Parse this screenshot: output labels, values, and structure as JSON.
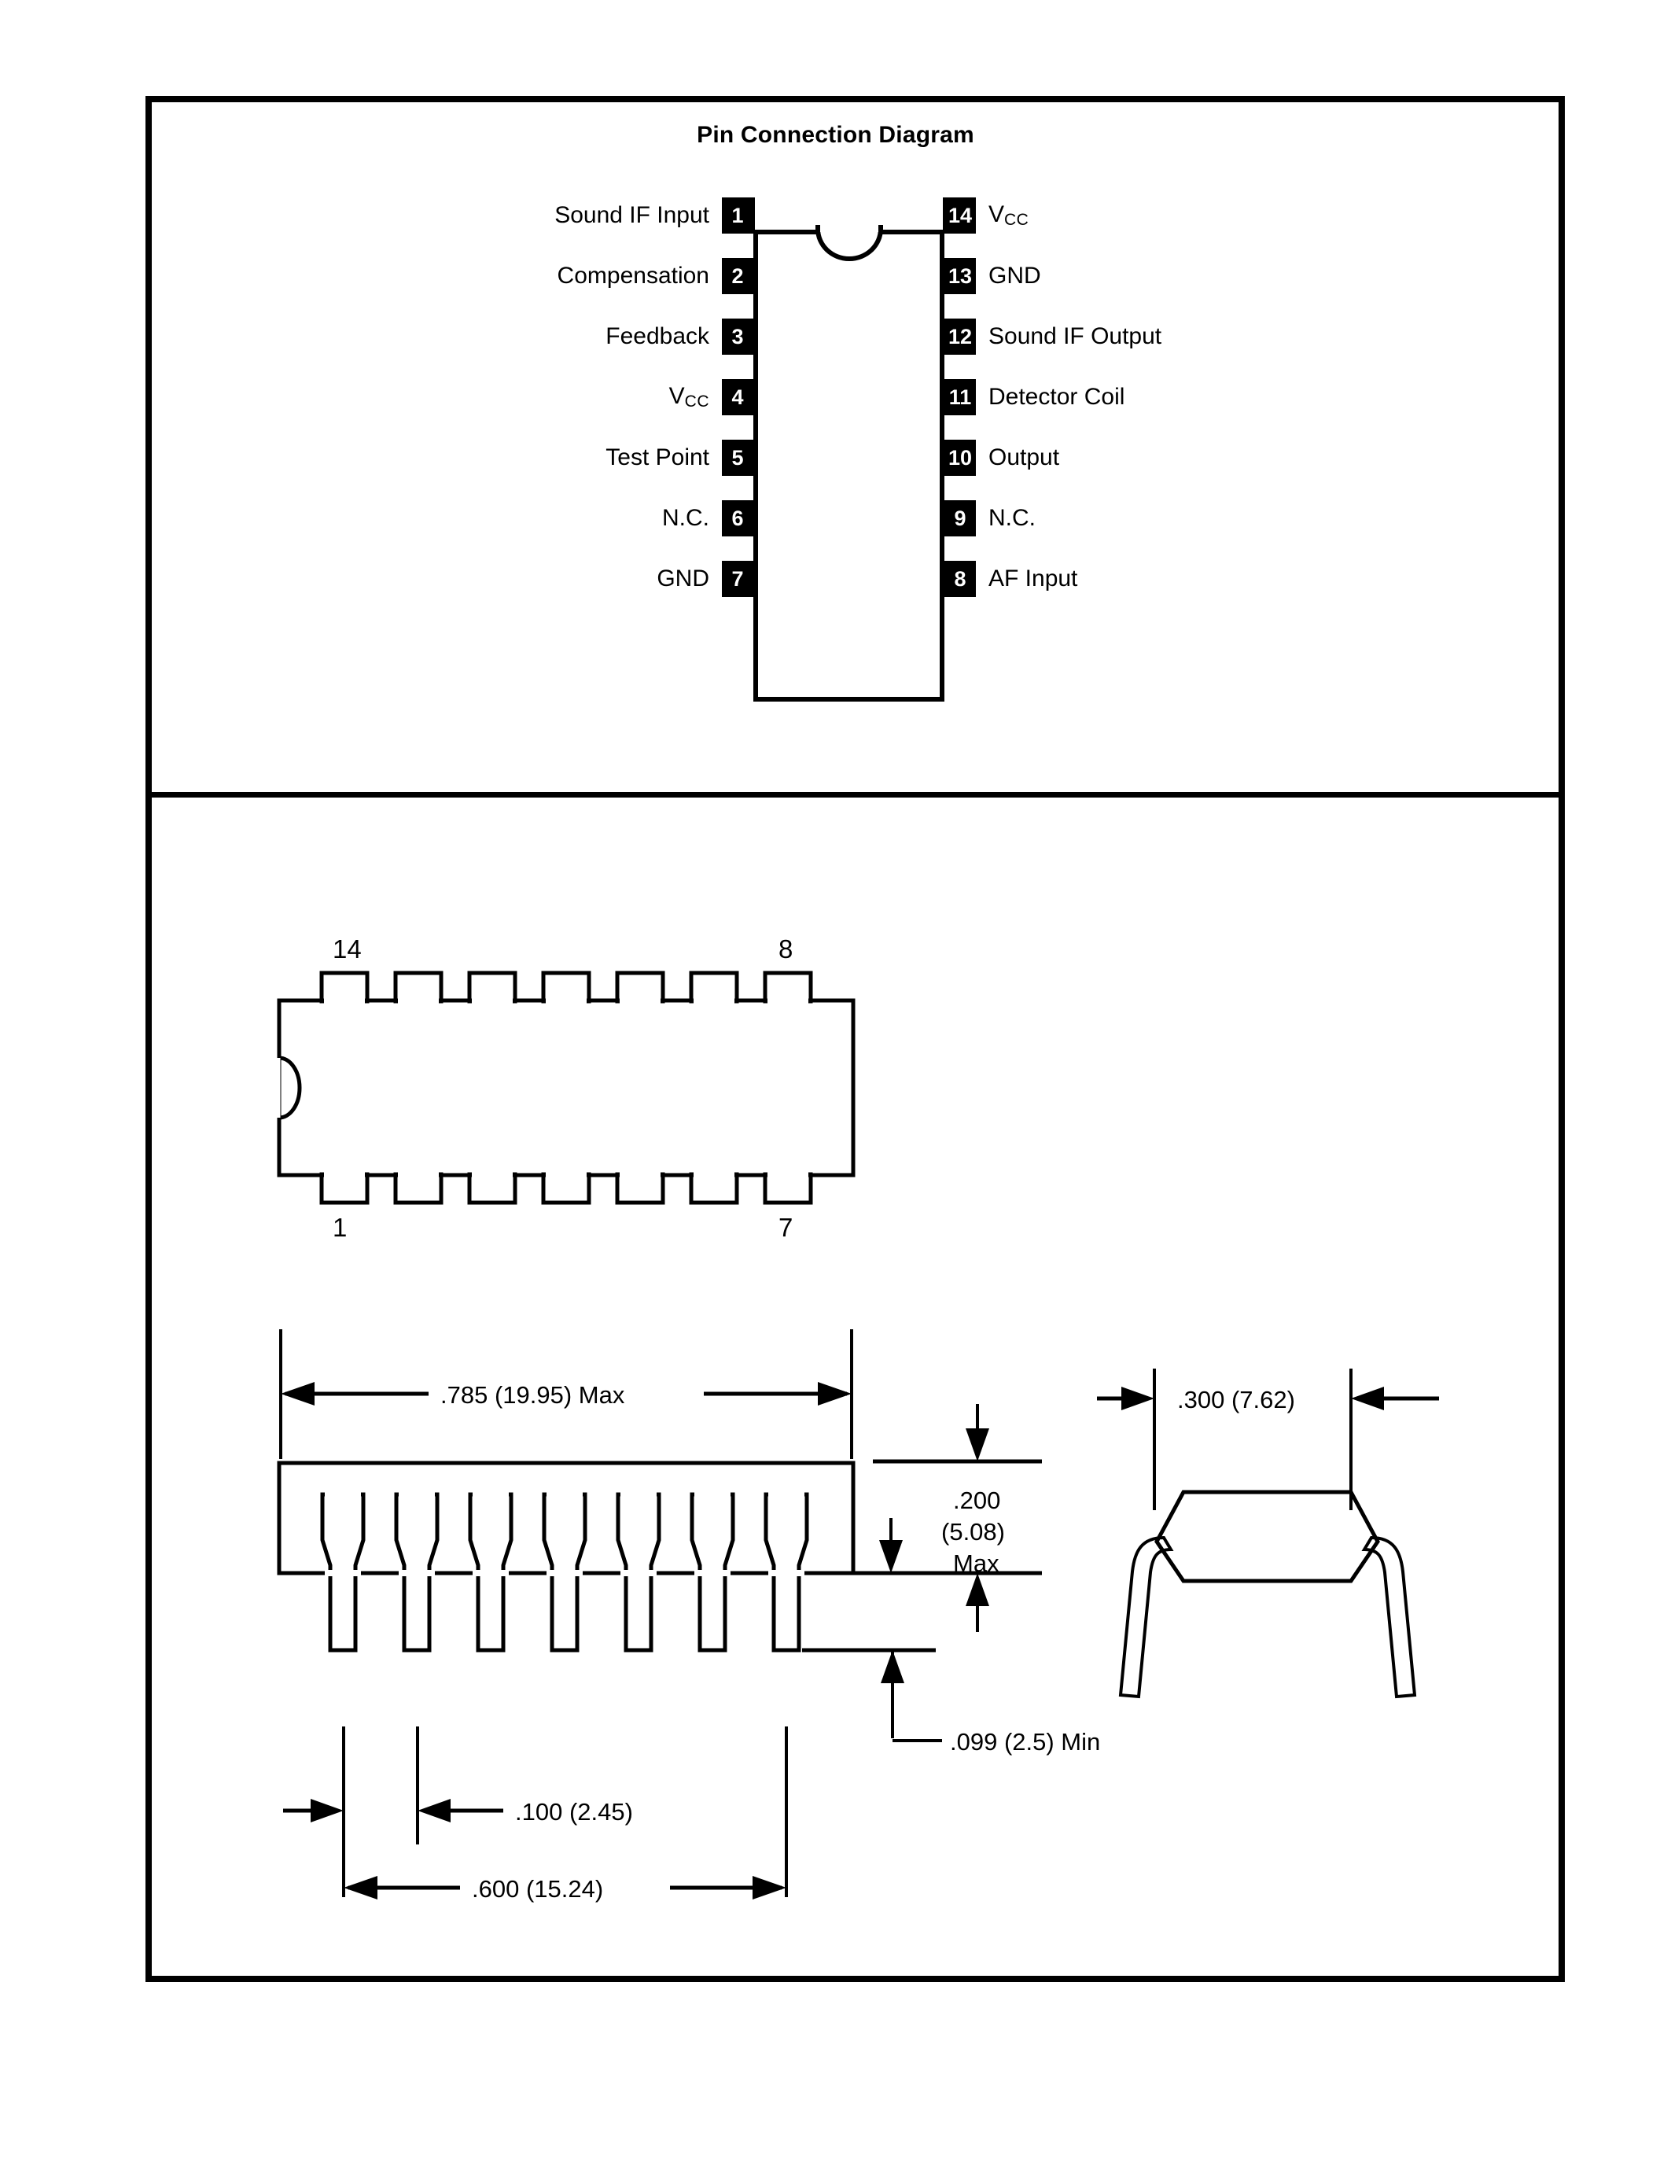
{
  "panel1": {
    "title": "Pin Connection Diagram",
    "pins_left": [
      {
        "num": "1",
        "label": "Sound IF Input"
      },
      {
        "num": "2",
        "label": "Compensation"
      },
      {
        "num": "3",
        "label": "Feedback"
      },
      {
        "num": "4",
        "label": "V",
        "sub": "CC"
      },
      {
        "num": "5",
        "label": "Test Point"
      },
      {
        "num": "6",
        "label": "N.C."
      },
      {
        "num": "7",
        "label": "GND"
      }
    ],
    "pins_right": [
      {
        "num": "14",
        "label": "V",
        "sub": "CC"
      },
      {
        "num": "13",
        "label": "GND"
      },
      {
        "num": "12",
        "label": "Sound IF Output"
      },
      {
        "num": "11",
        "label": "Detector Coil"
      },
      {
        "num": "10",
        "label": "Output"
      },
      {
        "num": "9",
        "label": "N.C."
      },
      {
        "num": "8",
        "label": "AF Input"
      }
    ]
  },
  "panel2": {
    "topview": {
      "pin_top_left": "14",
      "pin_top_right": "8",
      "pin_bottom_left": "1",
      "pin_bottom_right": "7"
    },
    "dimensions": {
      "body_length": ".785 (19.95) Max",
      "seating_height": ".200",
      "seating_height_mm": "(5.08)",
      "seating_height_qual": "Max",
      "lead_length": ".099 (2.5) Min",
      "lead_pitch": ".100 (2.45)",
      "row_spacing": ".600 (15.24)",
      "body_width": ".300 (7.62)"
    }
  },
  "colors": {
    "ink": "#000000",
    "paper": "#ffffff"
  }
}
